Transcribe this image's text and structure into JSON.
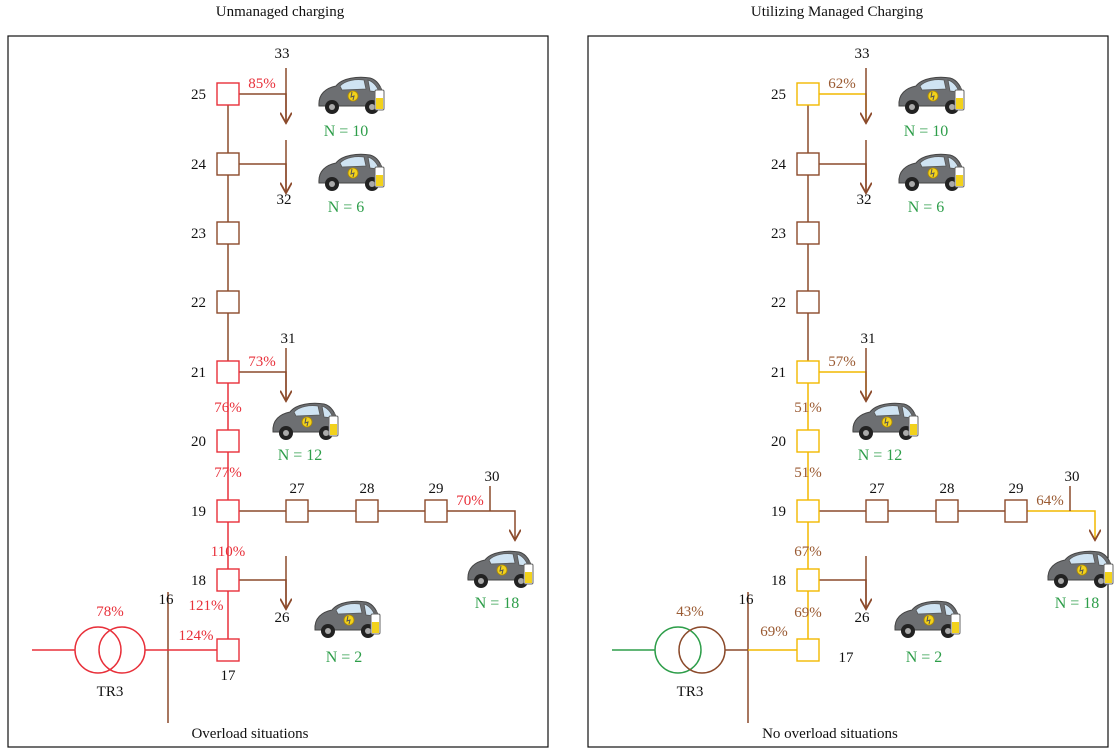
{
  "colors": {
    "overload": "#e8303a",
    "normal": "#8b4a2b",
    "managed": "#f2b800",
    "green": "#2e9e4a",
    "pct_managed": "#9a5a32"
  },
  "icons": {
    "car": "electric-car-icon",
    "transformer": "transformer-icon",
    "load_arrow": "load-arrow-icon"
  },
  "left": {
    "title": "Unmanaged charging",
    "footer": "Overload situations",
    "transformer_label": "TR3",
    "transformer_loading": "78%",
    "bus_numbers": [
      "25",
      "24",
      "23",
      "22",
      "21",
      "20",
      "19",
      "18",
      "17",
      "16",
      "27",
      "28",
      "29"
    ],
    "load_numbers": [
      "33",
      "32",
      "31",
      "30",
      "26"
    ],
    "loadings": {
      "b25_33": "85%",
      "b21_31": "73%",
      "b21_20": "76%",
      "b20_19": "77%",
      "b19_18": "110%",
      "b18_17": "121%",
      "b16_17": "124%",
      "b29_30": "70%"
    },
    "ev_counts": [
      "N = 10",
      "N = 6",
      "N = 12",
      "N = 18",
      "N = 2"
    ]
  },
  "right": {
    "title": "Utilizing Managed Charging",
    "footer": "No overload situations",
    "transformer_label": "TR3",
    "transformer_loading": "43%",
    "bus_numbers": [
      "25",
      "24",
      "23",
      "22",
      "21",
      "20",
      "19",
      "18",
      "17",
      "16",
      "27",
      "28",
      "29"
    ],
    "load_numbers": [
      "33",
      "32",
      "31",
      "30",
      "26"
    ],
    "loadings": {
      "b25_33": "62%",
      "b21_31": "57%",
      "b21_20": "51%",
      "b20_19": "51%",
      "b19_18": "67%",
      "b18_17": "69%",
      "b16_17": "69%",
      "b29_30": "64%"
    },
    "ev_counts": [
      "N = 10",
      "N = 6",
      "N = 12",
      "N = 18",
      "N = 2"
    ]
  }
}
